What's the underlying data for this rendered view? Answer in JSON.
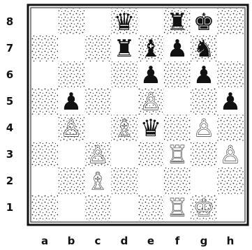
{
  "board": {
    "files": [
      "a",
      "b",
      "c",
      "d",
      "e",
      "f",
      "g",
      "h"
    ],
    "ranks": [
      "8",
      "7",
      "6",
      "5",
      "4",
      "3",
      "2",
      "1"
    ],
    "pieces": [
      {
        "square": "d8",
        "color": "black",
        "type": "queen",
        "glyph": "♛"
      },
      {
        "square": "f8",
        "color": "black",
        "type": "rook",
        "glyph": "♜"
      },
      {
        "square": "g8",
        "color": "black",
        "type": "king",
        "glyph": "♚"
      },
      {
        "square": "d7",
        "color": "black",
        "type": "rook",
        "glyph": "♜"
      },
      {
        "square": "e7",
        "color": "black",
        "type": "bishop",
        "glyph": "♝"
      },
      {
        "square": "f7",
        "color": "black",
        "type": "pawn",
        "glyph": "♟"
      },
      {
        "square": "g7",
        "color": "black",
        "type": "knight",
        "glyph": "♞"
      },
      {
        "square": "e6",
        "color": "black",
        "type": "pawn",
        "glyph": "♟"
      },
      {
        "square": "g6",
        "color": "black",
        "type": "pawn",
        "glyph": "♟"
      },
      {
        "square": "b5",
        "color": "black",
        "type": "pawn",
        "glyph": "♟"
      },
      {
        "square": "h5",
        "color": "black",
        "type": "pawn",
        "glyph": "♟"
      },
      {
        "square": "e4",
        "color": "black",
        "type": "queen",
        "glyph": "♛"
      },
      {
        "square": "e5",
        "color": "white",
        "type": "pawn",
        "glyph": "♙"
      },
      {
        "square": "b4",
        "color": "white",
        "type": "pawn",
        "glyph": "♙"
      },
      {
        "square": "d4",
        "color": "white",
        "type": "bishop",
        "glyph": "♗"
      },
      {
        "square": "g4",
        "color": "white",
        "type": "pawn",
        "glyph": "♙"
      },
      {
        "square": "c3",
        "color": "white",
        "type": "pawn",
        "glyph": "♙"
      },
      {
        "square": "f3",
        "color": "white",
        "type": "rook",
        "glyph": "♖"
      },
      {
        "square": "h3",
        "color": "white",
        "type": "pawn",
        "glyph": "♙"
      },
      {
        "square": "c2",
        "color": "white",
        "type": "bishop",
        "glyph": "♗"
      },
      {
        "square": "f1",
        "color": "white",
        "type": "rook",
        "glyph": "♖"
      },
      {
        "square": "g1",
        "color": "white",
        "type": "king",
        "glyph": "♔"
      }
    ]
  }
}
